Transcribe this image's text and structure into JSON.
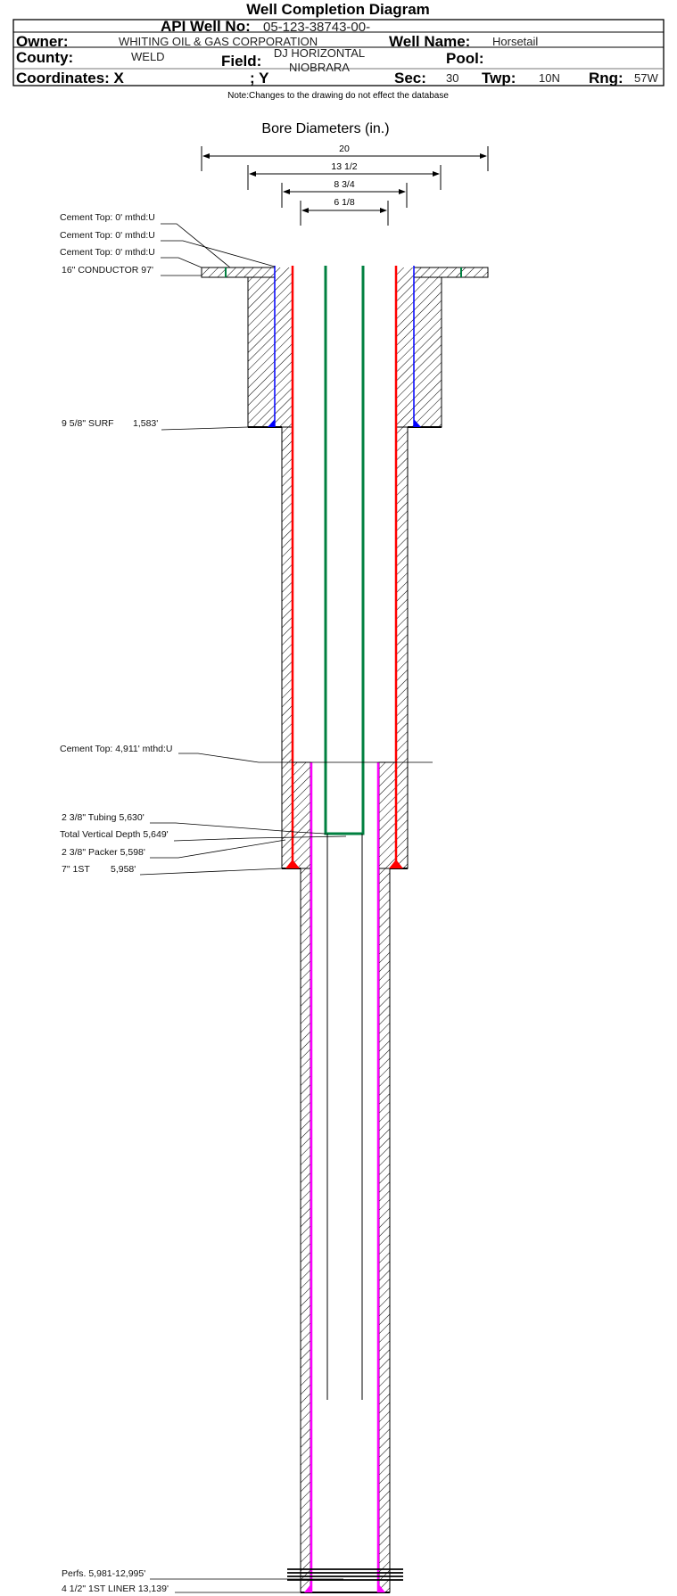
{
  "title": "Well Completion Diagram",
  "header": {
    "api_label": "API Well No:",
    "api_value": "05-123-38743-00-",
    "owner_label": "Owner:",
    "owner_value": "WHITING OIL & GAS CORPORATION",
    "well_name_label": "Well Name:",
    "well_name_value": "Horsetail",
    "county_label": "County:",
    "county_value": "WELD",
    "field_label": "Field:",
    "field_value_line1": "DJ HORIZONTAL",
    "field_value_line2": "NIOBRARA",
    "pool_label": "Pool:",
    "coords_label": "Coordinates: X",
    "y_label": "; Y",
    "sec_label": "Sec:",
    "sec_value": "30",
    "twp_label": "Twp:",
    "twp_value": "10N",
    "rng_label": "Rng:",
    "rng_value": "57W"
  },
  "note": "Note:Changes to the drawing do not effect the database",
  "diagram": {
    "title": "Bore Diameters (in.)",
    "dimensions": [
      "20",
      "13 1/2",
      "8 3/4",
      "6 1/8"
    ],
    "labels": {
      "cement1": "Cement Top: 0' mthd:U",
      "cement2": "Cement Top: 0' mthd:U",
      "cement3": "Cement Top: 0' mthd:U",
      "conductor": "16\" CONDUCTOR  97'",
      "surf": "9 5/8\" SURF",
      "surf_depth": "1,583'",
      "cement4": "Cement Top: 4,911' mthd:U",
      "tubing": "2 3/8\" Tubing 5,630'",
      "tvd": "Total Vertical Depth 5,649'",
      "packer": "2 3/8\" Packer 5,598'",
      "first": "7\" 1ST",
      "first_depth": "5,958'",
      "perfs": "Perfs. 5,981-12,995'",
      "liner": "4 1/2\" 1ST LINER  13,139'"
    },
    "colors": {
      "cement_blue": "#0000ff",
      "casing_red": "#ff0000",
      "tubing_green": "#008040",
      "liner_magenta": "#ff00ff"
    }
  }
}
